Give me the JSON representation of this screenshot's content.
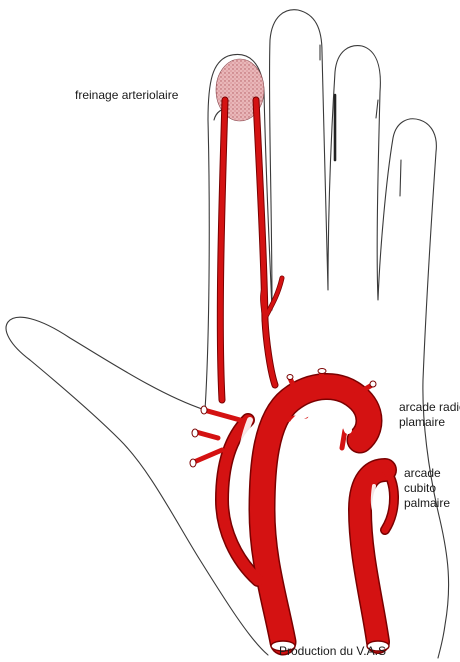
{
  "labels": {
    "finger_tip": "freinage arteriolaire",
    "radio_arch_line1": "arcade radio",
    "radio_arch_line2": "plamaire",
    "cubito_arch_line1": "arcade",
    "cubito_arch_line2": "cubito",
    "cubito_arch_line3": "palmaire",
    "credit": "Production du V.A.S"
  },
  "colors": {
    "artery": "#d41212",
    "artery_dark": "#7a0000",
    "fingertip_fill": "#e9b7b9",
    "outline": "#3a3a3a"
  }
}
